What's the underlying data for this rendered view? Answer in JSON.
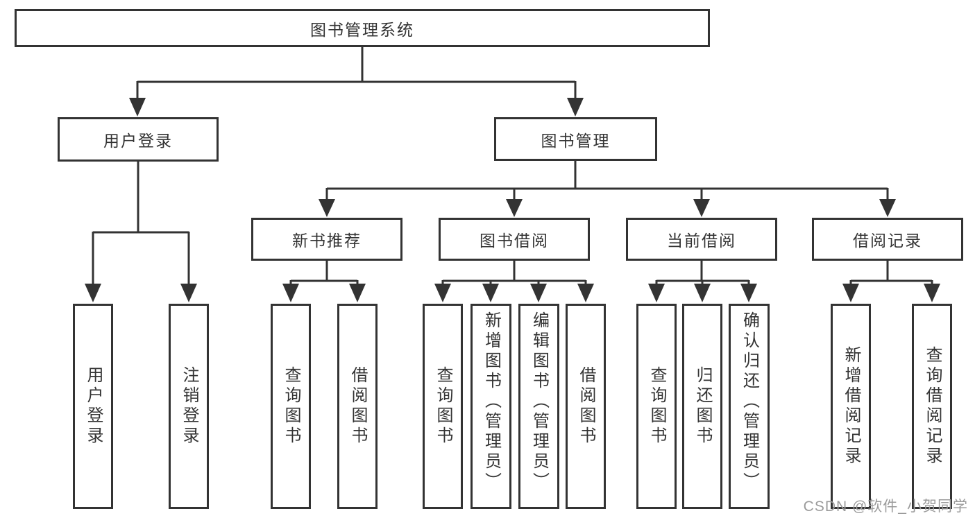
{
  "diagram": {
    "type": "hierarchy-diagram",
    "title": "图书管理系统",
    "nodes": {
      "root": "图书管理系统",
      "user_login": "用户登录",
      "book_management": "图书管理",
      "new_book_recommend": "新书推荐",
      "book_borrowing": "图书借阅",
      "current_borrowing": "当前借阅",
      "borrowing_records": "借阅记录",
      "leaf_user_login": "用户登录",
      "leaf_logout_login": "注销登录",
      "leaf_nbr_query_books": "查询图书",
      "leaf_nbr_borrow_books": "借阅图书",
      "leaf_bb_query_books": "查询图书",
      "leaf_bb_add_books_admin": "新增图书（管理员）",
      "leaf_bb_edit_books_admin": "编辑图书（管理员）",
      "leaf_bb_borrow_books": "借阅图书",
      "leaf_cb_query_books": "查询图书",
      "leaf_cb_return_books": "归还图书",
      "leaf_cb_confirm_return_admin": "确认归还（管理员）",
      "leaf_br_add_record": "新增借阅记录",
      "leaf_br_query_record": "查询借阅记录"
    },
    "hierarchy": {
      "图书管理系统": {
        "用户登录": [
          "用户登录",
          "注销登录"
        ],
        "图书管理": {
          "新书推荐": [
            "查询图书",
            "借阅图书"
          ],
          "图书借阅": [
            "查询图书",
            "新增图书（管理员）",
            "编辑图书（管理员）",
            "借阅图书"
          ],
          "当前借阅": [
            "查询图书",
            "归还图书",
            "确认归还（管理员）"
          ],
          "借阅记录": [
            "新增借阅记录",
            "查询借阅记录"
          ]
        }
      }
    },
    "watermark": "CSDN @软件_小贺同学",
    "colors": {
      "line": "#333333",
      "box_border": "#333333",
      "box_background": "#ffffff",
      "text": "#333333",
      "watermark": "#9b9b9b",
      "page_background": "#ffffff"
    }
  }
}
